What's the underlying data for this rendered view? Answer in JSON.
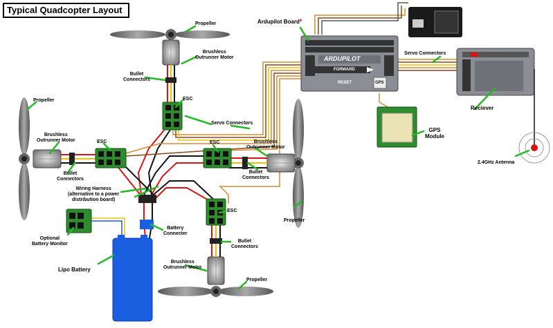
{
  "title": "Typical Quadcopter Layout",
  "labels": {
    "propeller": "Propeller",
    "motor_line1": "Brushless",
    "motor_line2": "Outrunner Motor",
    "bullet_line1": "Bullet",
    "bullet_line2": "Connectors",
    "esc": "ESC",
    "servo_connectors": "Servo Connectors",
    "ardupilot": "Ardupilot Board",
    "reciever": "Reciever",
    "gps_line1": "GPS",
    "gps_line2": "Module",
    "antenna": "2.4GHz Antenna",
    "harness_line1": "Wiring Harness",
    "harness_line2": "(alternative to a power",
    "harness_line3": "distribution board)",
    "battery_connecter_line1": "Battery",
    "battery_connecter_line2": "Connecter",
    "monitor_line1": "Optional",
    "monitor_line2": "Battery Monitor",
    "lipo": "Lipo Battery",
    "board_brand": "ARDUPILOT",
    "board_forward": "FORWARD",
    "board_reset": "RESET",
    "board_gps": "GPS"
  },
  "colors": {
    "callout_green": "#22bb22",
    "esc_green": "#2e8b2e",
    "battery_blue": "#1a5fe0",
    "wire_red": "#dd1111",
    "wire_black": "#111111",
    "wire_yellow": "#f2c200",
    "wire_orange": "#d98a2b",
    "board_gray": "#8a8d93"
  }
}
